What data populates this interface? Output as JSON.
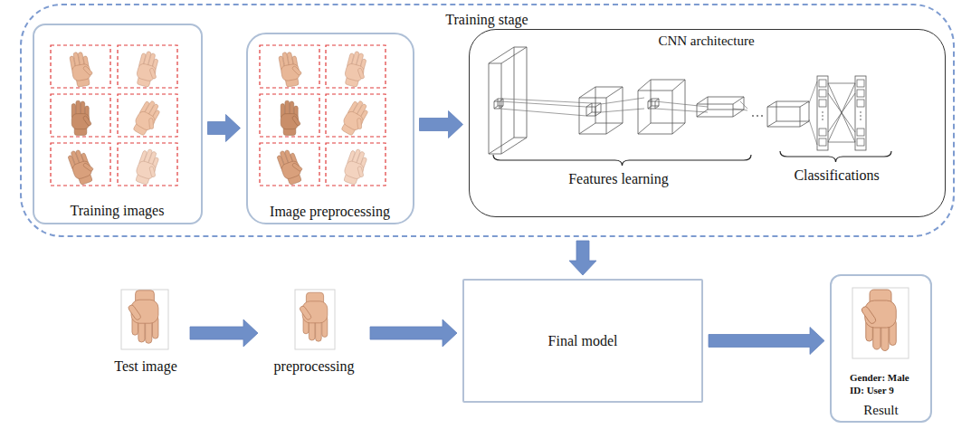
{
  "diagram": {
    "nodes": [
      {
        "text": [
          "Training stage"
        ]
      },
      {
        "text": [
          "Training images"
        ],
        "in": 0
      },
      {
        "text": [
          "Image preprocessing"
        ],
        "in": 0
      },
      {
        "text": [
          "CNN architecture",
          "Features learning",
          "Classifications"
        ],
        "in": 0
      },
      {
        "text": [
          "Test image"
        ]
      },
      {
        "text": [
          "preprocessing"
        ]
      },
      {
        "text": [
          "Final model"
        ]
      },
      {
        "text": [
          "Gender: Male",
          "ID: User 9",
          "Result"
        ]
      }
    ],
    "edges": [
      {
        "from": 1,
        "to": 2,
        "arrow": "to"
      },
      {
        "from": 2,
        "to": 3,
        "arrow": "to"
      },
      {
        "from": 0,
        "to": 6,
        "arrow": "to"
      },
      {
        "from": 4,
        "to": 5,
        "arrow": "to"
      },
      {
        "from": 5,
        "to": 6,
        "arrow": "to"
      },
      {
        "from": 6,
        "to": 7,
        "arrow": "to"
      }
    ]
  }
}
